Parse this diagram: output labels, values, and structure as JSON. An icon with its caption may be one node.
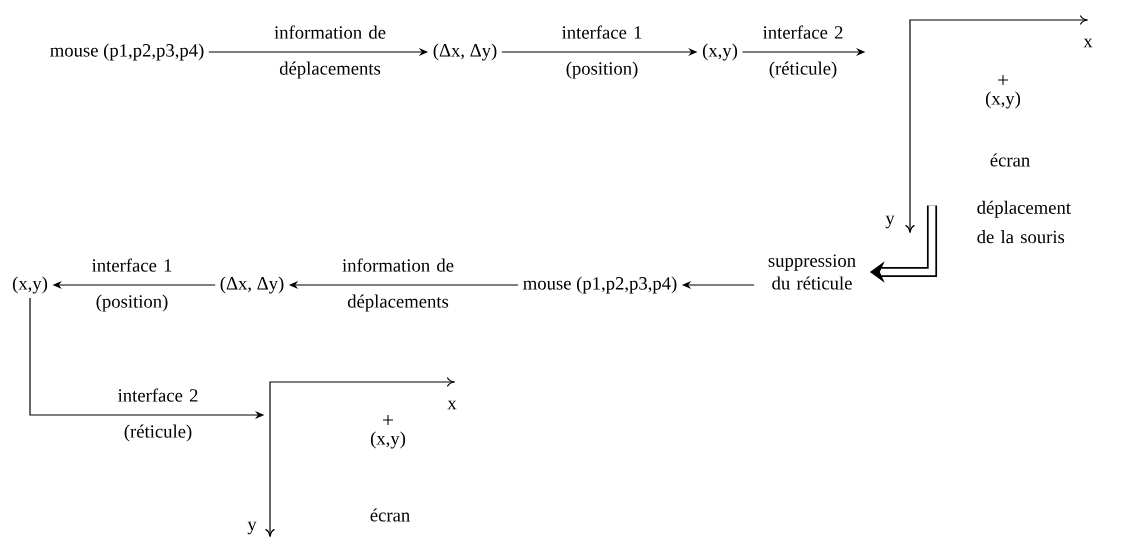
{
  "diagram": {
    "nodes": [
      {
        "text": [
          "mouse (p1,p2,p3,p4)"
        ]
      },
      {
        "text": [
          "(Δx, Δy)"
        ]
      },
      {
        "text": [
          "(x,y)"
        ]
      },
      {
        "text": [
          "x",
          "(x,y)",
          "écran",
          "y"
        ]
      },
      {
        "text": [
          "suppression du réticule"
        ]
      },
      {
        "text": [
          "mouse (p1,p2,p3,p4)"
        ]
      },
      {
        "text": [
          "(Δx, Δy)"
        ]
      },
      {
        "text": [
          "(x,y)"
        ]
      },
      {
        "text": [
          "x",
          "(x,y)",
          "écran",
          "y"
        ]
      }
    ],
    "edges": [
      {
        "from": 0,
        "to": 1,
        "arrow": "to",
        "label": "information de déplacements"
      },
      {
        "from": 1,
        "to": 2,
        "arrow": "to",
        "label": "interface 1 (position)"
      },
      {
        "from": 2,
        "to": 3,
        "arrow": "to",
        "label": "interface 2 (réticule)"
      },
      {
        "from": 3,
        "to": 4,
        "arrow": "to",
        "label": "déplacement de la souris",
        "style": "thick"
      },
      {
        "from": 4,
        "to": 5,
        "arrow": "to"
      },
      {
        "from": 5,
        "to": 6,
        "arrow": "to",
        "label": "information de déplacements"
      },
      {
        "from": 6,
        "to": 7,
        "arrow": "to",
        "label": "interface 1 (position)"
      },
      {
        "from": 7,
        "to": 8,
        "arrow": "to",
        "label": "interface 2 (réticule)"
      }
    ]
  }
}
